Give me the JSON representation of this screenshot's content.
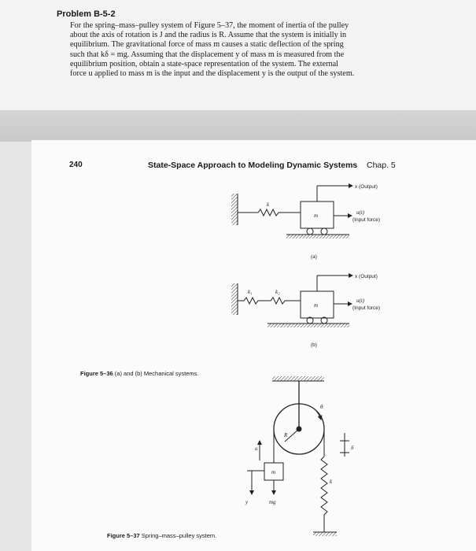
{
  "problem": {
    "heading": "Problem B-5-2",
    "lines": [
      "For the spring–mass–pulley system of Figure 5–37, the moment of inertia of the pulley",
      "about the axis of rotation is J and the radius is R. Assume that the system is initially in",
      "equilibrium. The gravitational force of mass m causes a static deflection of the spring",
      "such that kδ = mg. Assuming that the displacement y of mass m is measured from the",
      "equilibrium position, obtain a state-space representation of the system. The external",
      "force u applied to mass m is the input and the displacement y is the output of the system."
    ]
  },
  "page": {
    "number": "240",
    "title": "State-Space Approach to Modeling Dynamic Systems",
    "chapter": "Chap. 5"
  },
  "figure_5_36": {
    "caption_label": "Figure 5–36",
    "caption_text": "(a) and (b) Mechanical systems.",
    "a": {
      "output": "x (Output)",
      "input_var": "u(t)",
      "input": "(Input force)",
      "spring": "k",
      "mass": "m",
      "label": "(a)"
    },
    "b": {
      "output": "x (Output)",
      "input_var": "u(t)",
      "input": "(Input force)",
      "spring1": "k₁",
      "spring2": "k₂",
      "mass": "m",
      "label": "(b)"
    }
  },
  "figure_5_37": {
    "caption_label": "Figure 5–37",
    "caption_text": "Spring–mass–pulley system.",
    "radius": "R",
    "angle": "θ",
    "input": "u",
    "mass": "m",
    "y": "y",
    "weight": "mg",
    "spring": "k",
    "deflection": "δ"
  }
}
